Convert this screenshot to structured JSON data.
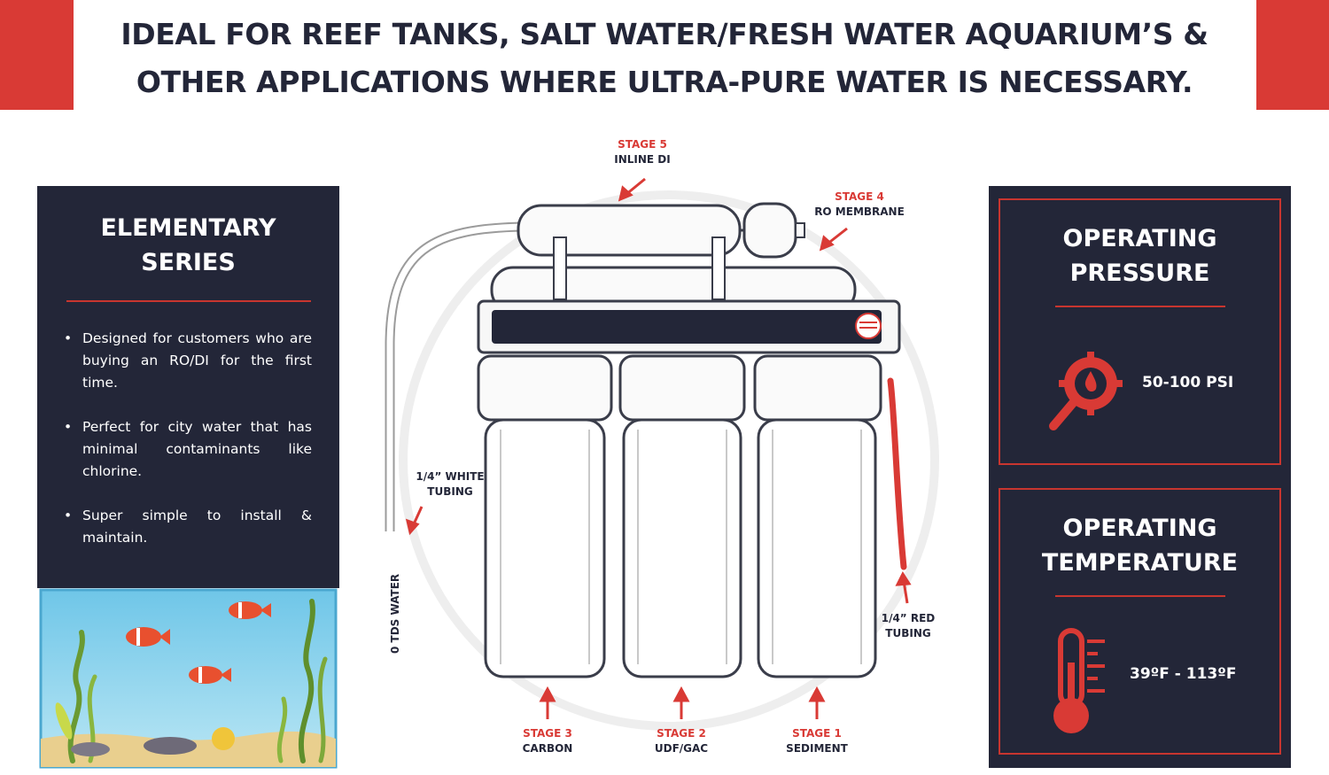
{
  "banner": {
    "line1": "IDEAL FOR REEF TANKS, SALT WATER/FRESH WATER AQUARIUM’S &",
    "line2": "OTHER APPLICATIONS WHERE ULTRA-PURE WATER IS NECESSARY."
  },
  "left_panel": {
    "title_line1": "ELEMENTARY",
    "title_line2": "SERIES",
    "bullets": [
      "Designed for customers who are buying an RO/DI for the first time.",
      "Perfect for city water that has minimal contaminants like chlorine.",
      "Super simple to install & maintain."
    ]
  },
  "diagram": {
    "stage5": {
      "stage": "STAGE 5",
      "desc": "INLINE DI"
    },
    "stage4": {
      "stage": "STAGE 4",
      "desc": "RO MEMBRANE"
    },
    "stage3": {
      "stage": "STAGE 3",
      "desc": "CARBON"
    },
    "stage2": {
      "stage": "STAGE 2",
      "desc": "UDF/GAC"
    },
    "stage1": {
      "stage": "STAGE 1",
      "desc": "SEDIMENT"
    },
    "white_tubing": {
      "line1": "1/4” WHITE",
      "line2": "TUBING"
    },
    "red_tubing": {
      "line1": "1/4” RED",
      "line2": "TUBING"
    },
    "tds_water": "0 TDS WATER"
  },
  "right_panel": {
    "pressure": {
      "title_line1": "OPERATING",
      "title_line2": "PRESSURE",
      "value": "50-100 PSI"
    },
    "temperature": {
      "title_line1": "OPERATING",
      "title_line2": "TEMPERATURE",
      "value": "39ºF - 113ºF"
    }
  },
  "icons": {
    "pressure": "pressure-gauge-icon",
    "temperature": "thermometer-icon",
    "arrow": "arrow-icon"
  },
  "colors": {
    "accent_red": "#d93a35",
    "navy": "#232638",
    "white": "#ffffff"
  }
}
